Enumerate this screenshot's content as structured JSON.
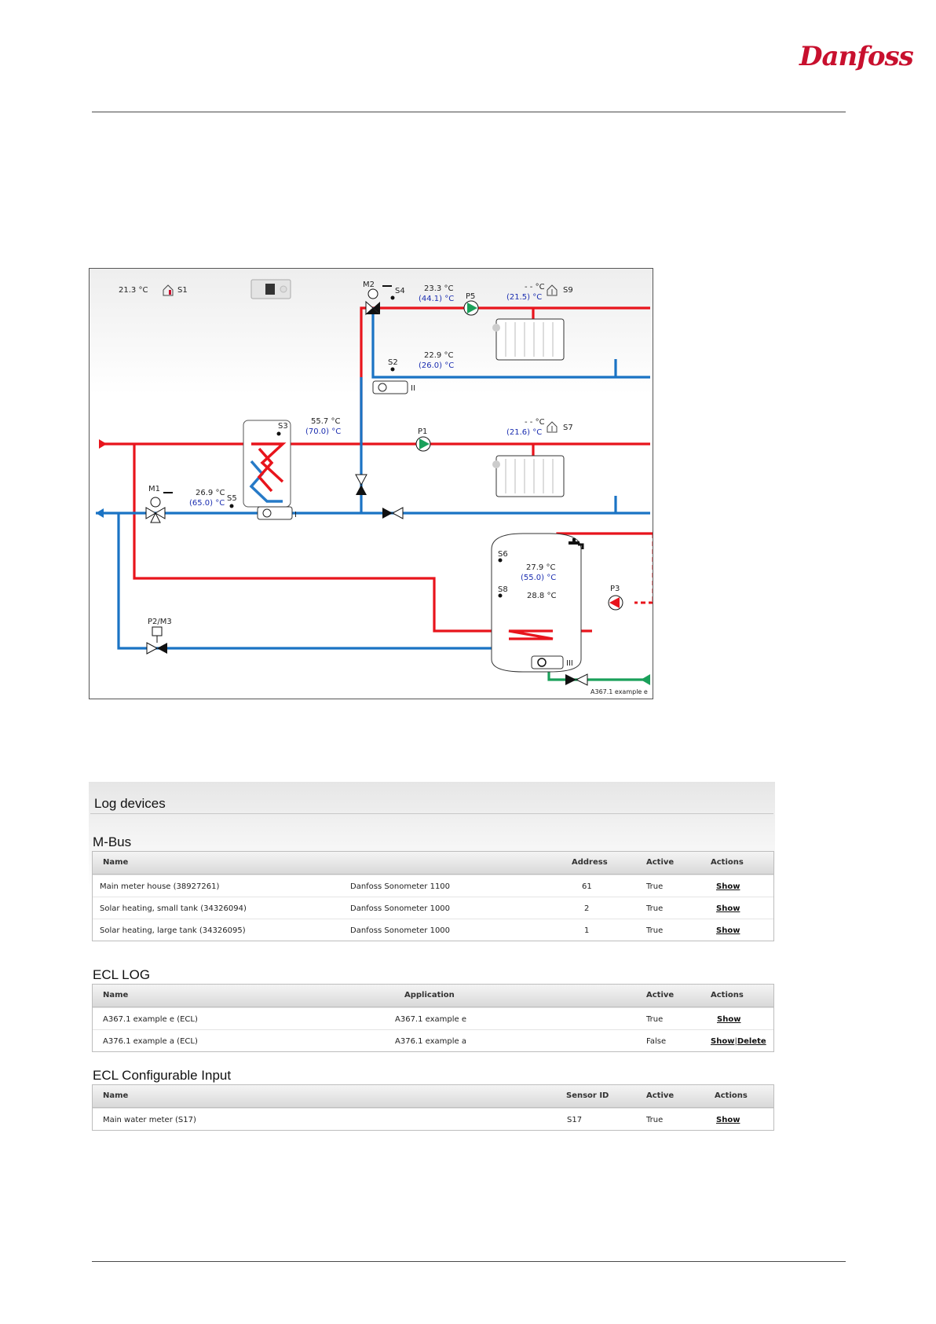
{
  "brand": {
    "logo_text": "Danfoss",
    "color": "#c8102e"
  },
  "diagram": {
    "id_label": "A367.1 example e",
    "outdoor": {
      "temp": "21.3 °C",
      "sensor": "S1"
    },
    "m2": "M2",
    "s4": {
      "label": "S4",
      "temp": "23.3 °C",
      "setpoint": "(44.1) °C"
    },
    "p5": "P5",
    "s9": {
      "label": "S9",
      "temp": "- - °C",
      "setpoint": "(21.5) °C"
    },
    "s2": {
      "label": "S2",
      "temp": "22.9 °C",
      "setpoint": "(26.0) °C"
    },
    "circuit2_mark": "II",
    "s3": {
      "label": "S3",
      "temp": "55.7 °C",
      "setpoint": "(70.0) °C"
    },
    "p1": "P1",
    "s7": {
      "label": "S7",
      "temp": "- - °C",
      "setpoint": "(21.6) °C"
    },
    "m1": "M1",
    "s5": {
      "label": "S5",
      "temp": "26.9 °C",
      "setpoint": "(65.0) °C"
    },
    "circuit1_mark": "I",
    "s6": {
      "label": "S6",
      "temp": "27.9 °C",
      "setpoint": "(55.0) °C"
    },
    "p3": "P3",
    "s8": {
      "label": "S8",
      "temp": "28.8 °C"
    },
    "p2m3": "P2/M3",
    "circuit3_mark": "III",
    "colors": {
      "supply": "#e8141c",
      "return": "#1a73c4",
      "cold": "#1aa05a",
      "pump": "#1aa05a"
    }
  },
  "log": {
    "title": "Log devices",
    "mbus": {
      "title": "M-Bus",
      "headers": {
        "name": "Name",
        "address": "Address",
        "active": "Active",
        "actions": "Actions"
      },
      "rows": [
        {
          "name": "Main meter house (38927261)",
          "model": "Danfoss Sonometer 1100",
          "address": "61",
          "active": "True",
          "action": "Show"
        },
        {
          "name": "Solar heating, small tank (34326094)",
          "model": "Danfoss Sonometer 1000",
          "address": "2",
          "active": "True",
          "action": "Show"
        },
        {
          "name": "Solar heating, large tank (34326095)",
          "model": "Danfoss Sonometer 1000",
          "address": "1",
          "active": "True",
          "action": "Show"
        }
      ]
    },
    "ecl": {
      "title": "ECL LOG",
      "headers": {
        "name": "Name",
        "application": "Application",
        "active": "Active",
        "actions": "Actions"
      },
      "rows": [
        {
          "name": "A367.1 example e (ECL)",
          "application": "A367.1 example e",
          "active": "True",
          "show": "Show",
          "sep": "",
          "delete": ""
        },
        {
          "name": "A376.1 example a (ECL)",
          "application": "A376.1 example a",
          "active": "False",
          "show": "Show",
          "sep": "|",
          "delete": "Delete"
        }
      ]
    },
    "input": {
      "title": "ECL Configurable Input",
      "headers": {
        "name": "Name",
        "sensor": "Sensor ID",
        "active": "Active",
        "actions": "Actions"
      },
      "rows": [
        {
          "name": "Main water meter (S17)",
          "sensor": "S17",
          "active": "True",
          "action": "Show"
        }
      ]
    }
  }
}
